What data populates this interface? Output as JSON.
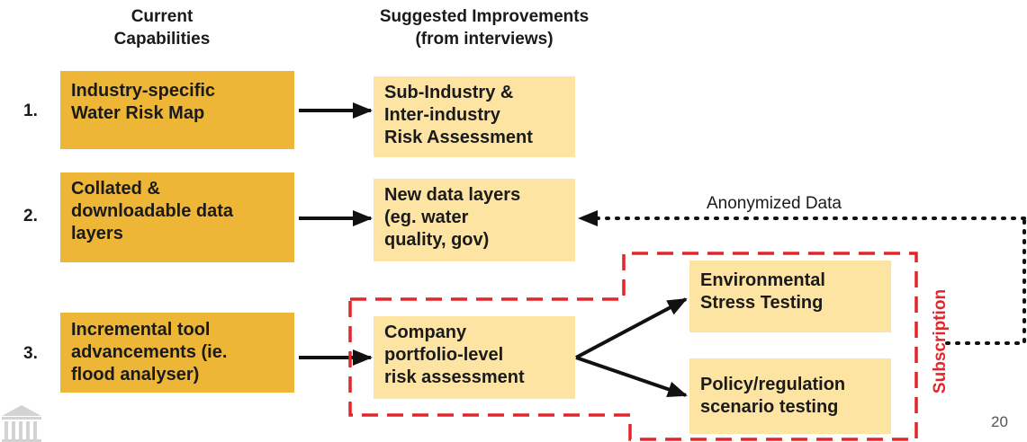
{
  "headers": {
    "current": "Current\nCapabilities",
    "suggested": "Suggested Improvements\n(from interviews)"
  },
  "rows": [
    {
      "number": "1.",
      "current": "Industry-specific\nWater Risk Map",
      "suggested": "Sub-Industry &\nInter-industry\nRisk Assessment"
    },
    {
      "number": "2.",
      "current": "Collated &\ndownloadable data\nlayers",
      "suggested": "New data layers\n(eg. water\nquality, gov)"
    },
    {
      "number": "3.",
      "current": "Incremental tool\nadvancements (ie.\nflood analyser)",
      "suggested": "Company\nportfolio-level\nrisk assessment"
    }
  ],
  "branches": {
    "environmental": "Environmental\nStress Testing",
    "policy": "Policy/regulation\nscenario testing"
  },
  "annotation": "Anonymized Data",
  "subscription_label": "Subscription",
  "page_number": "20",
  "colors": {
    "current_box": "#edb637",
    "suggested_box": "#fde4a3",
    "subscription": "#e0262c"
  },
  "icons": [
    "building-icon"
  ]
}
